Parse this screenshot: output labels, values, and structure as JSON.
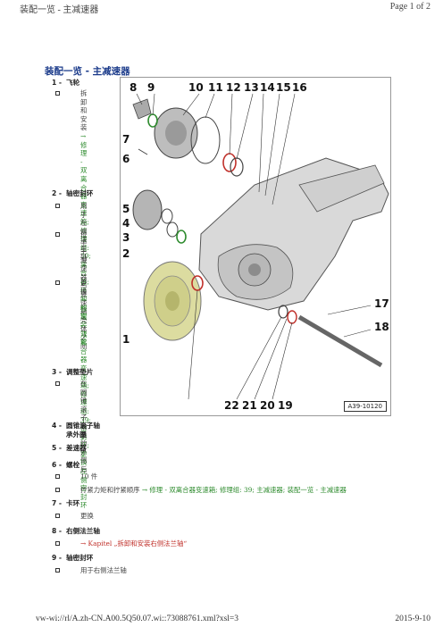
{
  "header": {
    "left": "装配一览 - 主减速器",
    "right": "Page 1 of 2"
  },
  "footer": {
    "left": "vw-wi://rl/A.zh-CN.A00.5Q50.07.wi::73088761.xml?xsl=3",
    "right": "2015-9-10"
  },
  "title": "装配一览 - 主减速器",
  "items": [
    {
      "num": "1 -",
      "label": "飞轮"
    },
    {
      "num": "2 -",
      "label": "轴密封环"
    },
    {
      "num": "3 -",
      "label": "调整垫片"
    },
    {
      "num": "4 -",
      "label": "圆锥滚子轴"
    },
    {
      "num": "",
      "label": "承外圈"
    },
    {
      "num": "5 -",
      "label": "差速器"
    },
    {
      "num": "6 -",
      "label": "螺栓"
    },
    {
      "num": "7 -",
      "label": "卡环"
    },
    {
      "num": "8 -",
      "label": "右侧法兰轴"
    },
    {
      "num": "9 -",
      "label": "轴密封环"
    }
  ],
  "bullets": {
    "b1": [
      "拆卸和",
      "安装"
    ],
    "b1link": [
      "→ 修理",
      "- 双离合",
      "器变速",
      "箱; 修理",
      "组:",
      "30; 离合",
      "器; 拆卸",
      "和安装",
      "飞轮"
    ],
    "b2a": [
      "用于左",
      "侧法兰",
      "轴"
    ],
    "b2b": [
      "位于主",
      "减速器",
      "与变速",
      "箱壳体",
      "之间"
    ],
    "b2c": [
      "更换"
    ],
    "b2clink": [
      "→ 修理",
      "- 双离合",
      "器变速",
      "箱; 修理",
      "组:",
      "39; 密封",
      "环; 更换",
      "左侧密",
      "封环"
    ],
    "b3": [
      "在圆锥",
      "滚子轴",
      "承的外",
      "侧后"
    ],
    "b6a": "10 件",
    "b6b_prefix": "拧紧力矩和拧紧顺序 ",
    "b6b_link": "→ 修理 - 双离合器变速箱; 修理组: 39; 主减速器; 装配一览 - 主减速器",
    "b7": "更换",
    "b8_link": "→ Kapitel „拆卸和安装右侧法兰轴“",
    "b9": "用于右侧法兰轴"
  },
  "diagram": {
    "callouts_top": [
      "8",
      "9",
      "10",
      "11",
      "12",
      "13",
      "14",
      "15",
      "16"
    ],
    "callouts_left": [
      "7",
      "6",
      "5",
      "4",
      "3",
      "2",
      "1"
    ],
    "callouts_right": [
      "17",
      "18"
    ],
    "callouts_bottom": [
      "22",
      "21",
      "20",
      "19"
    ],
    "ref": "A39-10120"
  }
}
